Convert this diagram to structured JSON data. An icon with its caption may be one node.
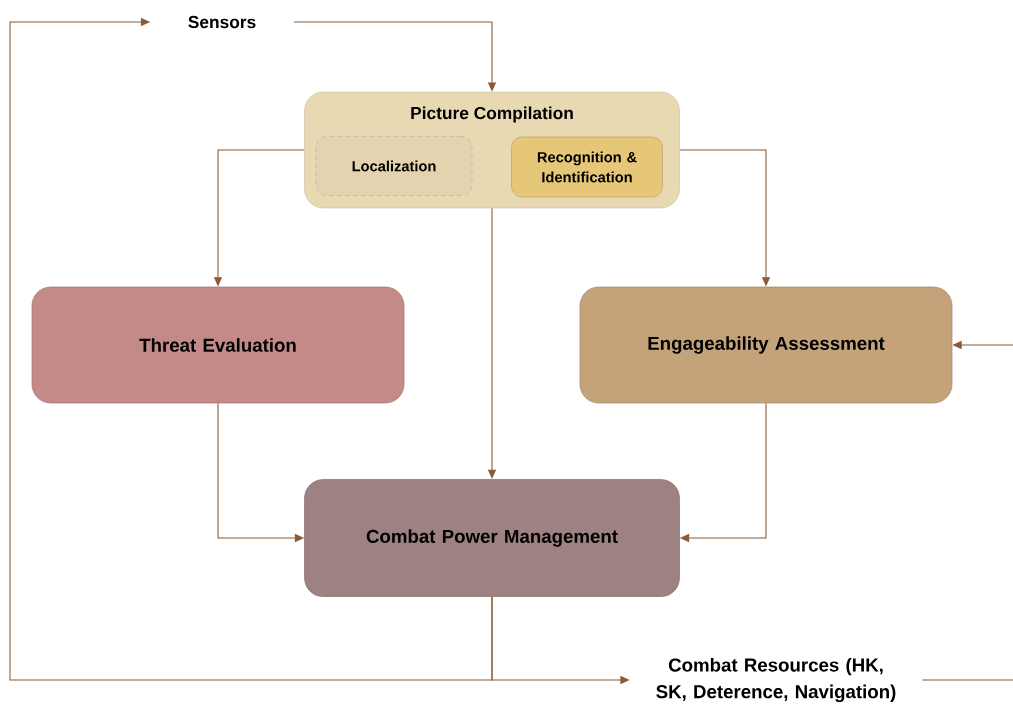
{
  "diagram": {
    "nodes": [
      {
        "text": [
          "Sensors"
        ]
      },
      {
        "text": [
          "Picture Compilation"
        ]
      },
      {
        "text": [
          "Localization"
        ],
        "in": 1
      },
      {
        "text": [
          "Recognition & Identification"
        ],
        "in": 1
      },
      {
        "text": [
          "Threat Evaluation"
        ]
      },
      {
        "text": [
          "Engageability Assessment"
        ]
      },
      {
        "text": [
          "Combat Power Management"
        ]
      },
      {
        "text": [
          "Combat Resources (HK, SK, Deterence, Navigation)"
        ]
      }
    ],
    "edges": [
      {
        "from": 0,
        "to": 1,
        "arrow": "to"
      },
      {
        "from": 1,
        "to": 4,
        "arrow": "to"
      },
      {
        "from": 1,
        "to": 6,
        "arrow": "to"
      },
      {
        "from": 1,
        "to": 5,
        "arrow": "to"
      },
      {
        "from": 4,
        "to": 6,
        "arrow": "to"
      },
      {
        "from": 5,
        "to": 6,
        "arrow": "to"
      },
      {
        "from": 6,
        "to": 0,
        "arrow": "to"
      },
      {
        "from": 6,
        "to": 7,
        "arrow": "to"
      },
      {
        "from": 7,
        "to": null,
        "arrow": "none"
      },
      {
        "from": null,
        "to": 5,
        "arrow": "to"
      }
    ]
  }
}
